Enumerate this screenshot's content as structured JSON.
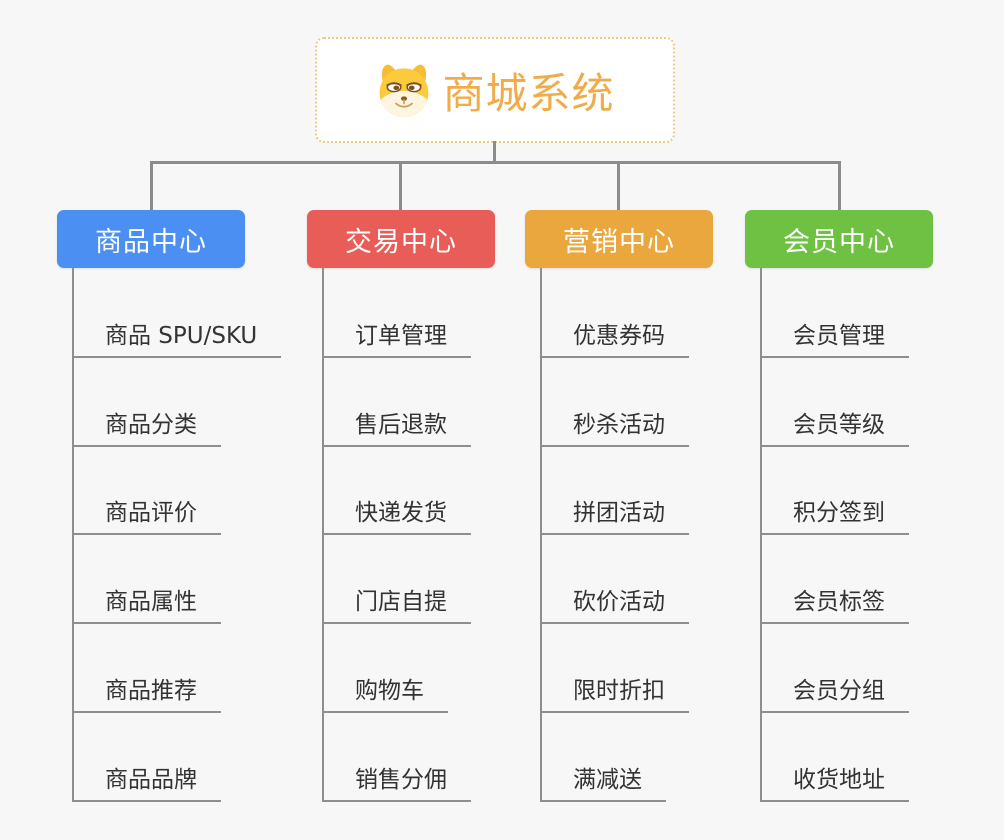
{
  "root": {
    "label": "商城系统",
    "icon": "doge-icon",
    "title_color": "#f0ac49",
    "border_color": "#f4c87f"
  },
  "colors": {
    "background": "#f7f7f7",
    "connector": "#8c8c8c",
    "leaf_underline": "#8e8e8e",
    "leaf_text": "#333333"
  },
  "branches": [
    {
      "label": "商品中心",
      "color": "#4b8ff2",
      "items": [
        "商品 SPU/SKU",
        "商品分类",
        "商品评价",
        "商品属性",
        "商品推荐",
        "商品品牌"
      ]
    },
    {
      "label": "交易中心",
      "color": "#e85d57",
      "items": [
        "订单管理",
        "售后退款",
        "快递发货",
        "门店自提",
        "购物车",
        "销售分佣"
      ]
    },
    {
      "label": "营销中心",
      "color": "#eaa73d",
      "items": [
        "优惠券码",
        "秒杀活动",
        "拼团活动",
        "砍价活动",
        "限时折扣",
        "满减送"
      ]
    },
    {
      "label": "会员中心",
      "color": "#6ec142",
      "items": [
        "会员管理",
        "会员等级",
        "积分签到",
        "会员标签",
        "会员分组",
        "收货地址"
      ]
    }
  ]
}
